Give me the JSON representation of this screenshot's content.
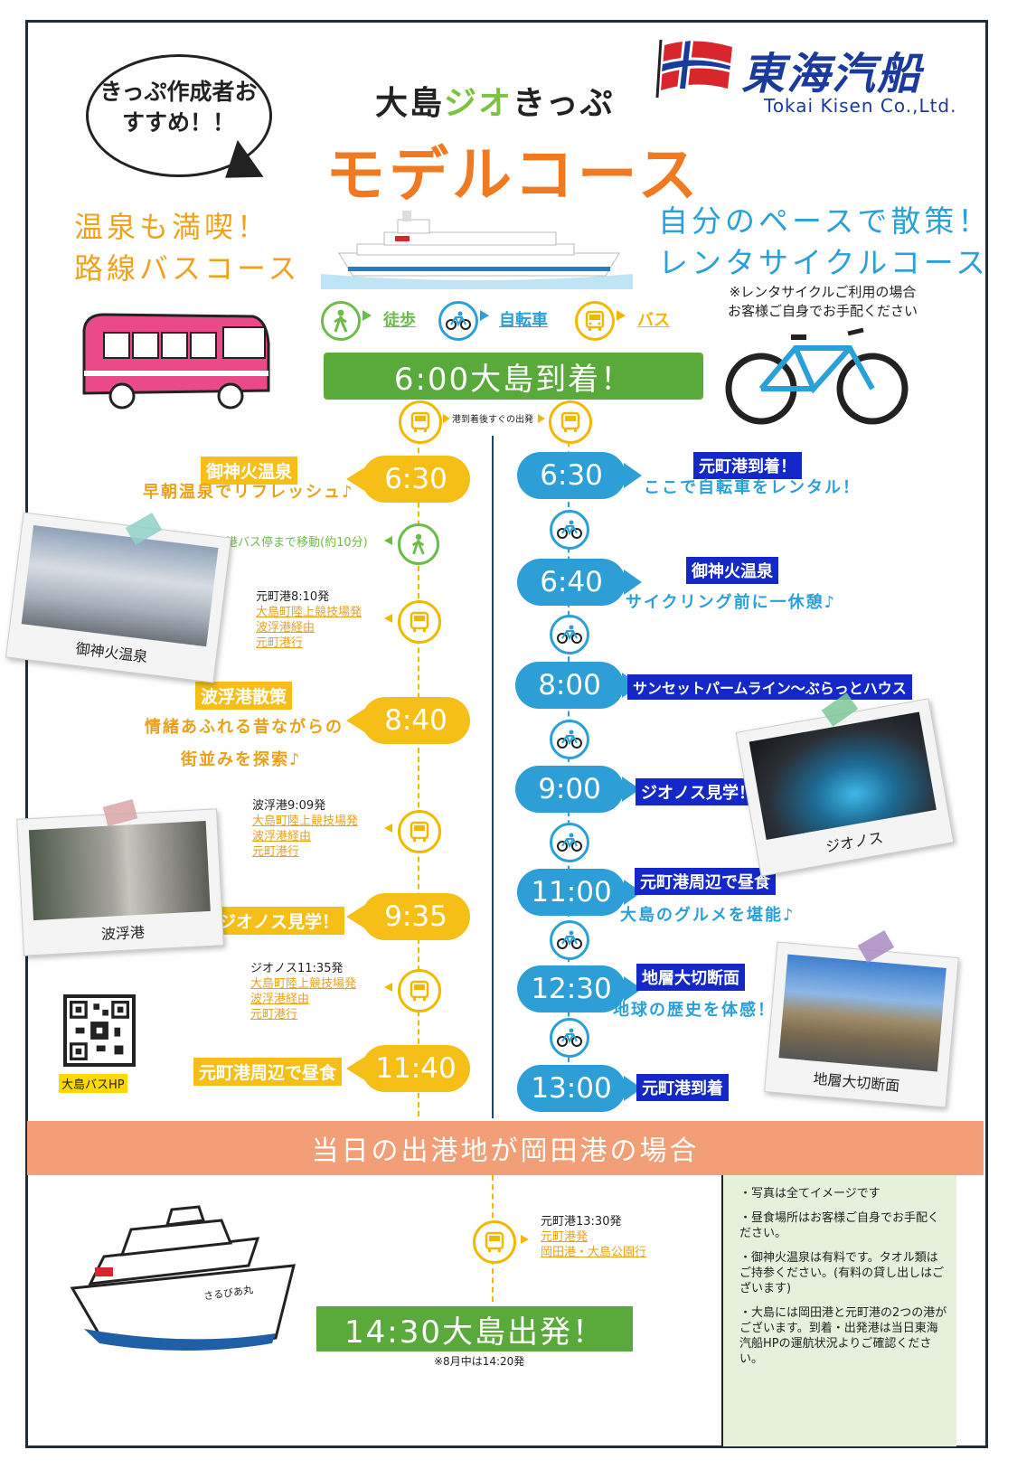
{
  "header": {
    "bubble_text": "きっぷ作成者おすすめ！！",
    "title_prefix": "大島",
    "title_geo": "ジオ",
    "title_suffix": "きっぷ",
    "title_main": "モデルコース",
    "logo_name": "東海汽船",
    "logo_sub": "Tokai Kisen Co.,Ltd."
  },
  "left_course": {
    "line1": "温泉も満喫！",
    "line2": "路線バスコース"
  },
  "right_course": {
    "line1": "自分のペースで散策！",
    "line2": "レンタサイクルコース",
    "note1": "※レンタサイクルご利用の場合",
    "note2": "お客様ご自身でお手配ください"
  },
  "legend": {
    "walk": "徒歩",
    "bike": "自転車",
    "bus": "バス"
  },
  "arrival": "6:00大島到着！",
  "immediate_departure": "港到着後すぐの出発",
  "bus_course": {
    "stop1": {
      "time": "6:30",
      "tag": "御神火温泉",
      "text": "早朝温泉でリフレッシュ♪"
    },
    "walk_note": "元町港バス停まで移動(約10分)",
    "bus1": {
      "depart": "元町港8:10発",
      "l1": "大島町陸上競技場発",
      "l2": "波浮港経由",
      "l3": "元町港行"
    },
    "stop2": {
      "time": "8:40",
      "tag": "波浮港散策",
      "text1": "情緒あふれる昔ながらの",
      "text2": "街並みを探索♪"
    },
    "bus2": {
      "depart": "波浮港9:09発",
      "l1": "大島町陸上競技場発",
      "l2": "波浮港経由",
      "l3": "元町港行"
    },
    "stop3": {
      "time": "9:35",
      "tag": "ジオノス見学！"
    },
    "bus3": {
      "depart": "ジオノス11:35発",
      "l1": "大島町陸上競技場発",
      "l2": "波浮港経由",
      "l3": "元町港行"
    },
    "stop4": {
      "time": "11:40",
      "tag": "元町港周辺で昼食"
    }
  },
  "bike_course": {
    "s1": {
      "time": "6:30",
      "tag": "元町港到着！",
      "text": "ここで自転車をレンタル！"
    },
    "s2": {
      "time": "6:40",
      "tag": "御神火温泉",
      "text": "サイクリング前に一休憩♪"
    },
    "s3": {
      "time": "8:00",
      "tag": "サンセットパームライン～ぶらっとハウス"
    },
    "s4": {
      "time": "9:00",
      "tag": "ジオノス見学！"
    },
    "s5": {
      "time": "11:00",
      "tag": "元町港周辺で昼食",
      "text": "大島のグルメを堪能♪"
    },
    "s6": {
      "time": "12:30",
      "tag": "地層大切断面",
      "text": "地球の歴史を体感！"
    },
    "s7": {
      "time": "13:00",
      "tag": "元町港到着"
    }
  },
  "photos": {
    "onsen": "御神火温泉",
    "habu": "波浮港",
    "geonos": "ジオノス",
    "strata": "地層大切断面"
  },
  "qr_label": "大島バスHP",
  "okada": {
    "bar": "当日の出港地が岡田港の場合",
    "bus_depart": "元町港13:30発",
    "bus_l1": "元町港発",
    "bus_l2": "岡田港・大島公園行",
    "departure": "14:30大島出発！",
    "august_note": "※8月中は14:20発"
  },
  "notes": [
    "・写真は全てイメージです",
    "・昼食場所はお客様ご自身でお手配ください。",
    "・御神火温泉は有料です。タオル類はご持参ください。(有料の貸し出しはございます)",
    "・大島には岡田港と元町港の2つの港がございます。到着・出発港は当日東海汽船HPの運航状況よりご確認ください。"
  ],
  "ship_name": "さるびあ丸",
  "colors": {
    "bus_yellow": "#f6bf18",
    "bike_blue": "#2e9fd6",
    "arrival_green": "#5aaa3b",
    "title_orange": "#ef7a22",
    "okada_salmon": "#f29e76",
    "tag_blue": "#1428c8"
  }
}
